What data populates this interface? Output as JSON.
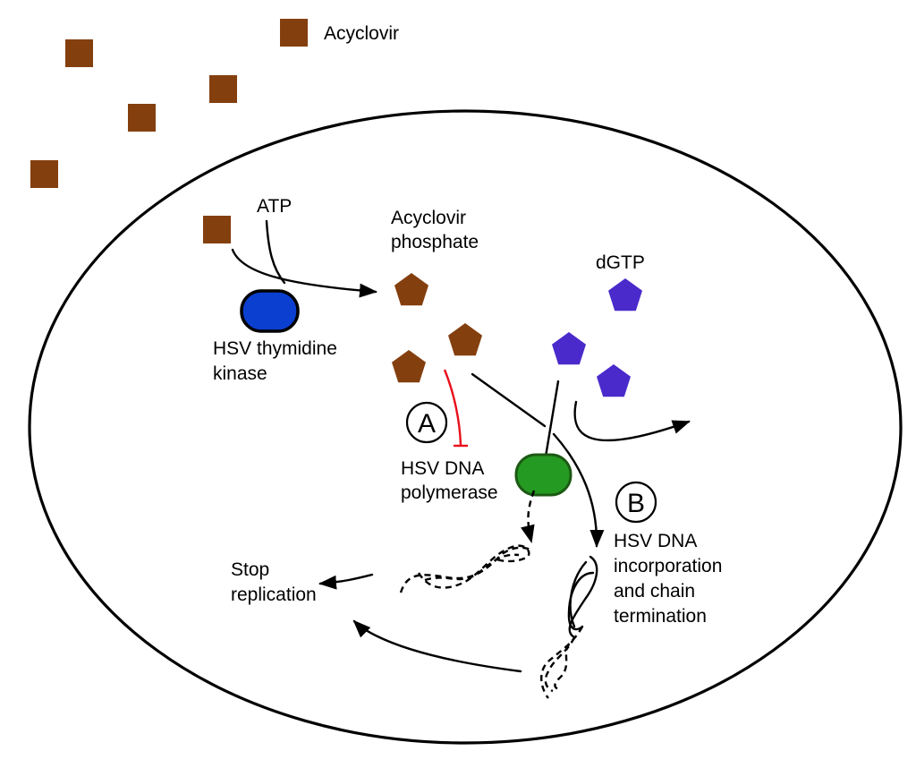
{
  "legend": {
    "acyclovir_label": "Acyclovir",
    "acyclovir_icon": "brown-square"
  },
  "colors": {
    "acyclovir": "#843F0E",
    "acyclovir_phosphate": "#843F0E",
    "dgtp": "#4A2ACB",
    "thymidine_kinase": "#0B3FD0",
    "dna_polymerase": "#259A22",
    "inhibition": "#E8101B"
  },
  "labels": {
    "atp": "ATP",
    "acyclovir_phosphate_line1": "Acyclovir",
    "acyclovir_phosphate_line2": "phosphate",
    "dgtp": "dGTP",
    "thymidine_kinase_line1": "HSV thymidine",
    "thymidine_kinase_line2": "kinase",
    "polymerase_line1": "HSV DNA",
    "polymerase_line2": "polymerase",
    "incorporation_line1": "HSV DNA",
    "incorporation_line2": "incorporation",
    "incorporation_line3": "and chain",
    "incorporation_line4": "termination",
    "stop_line1": "Stop",
    "stop_line2": "replication",
    "marker_a": "A",
    "marker_b": "B"
  }
}
